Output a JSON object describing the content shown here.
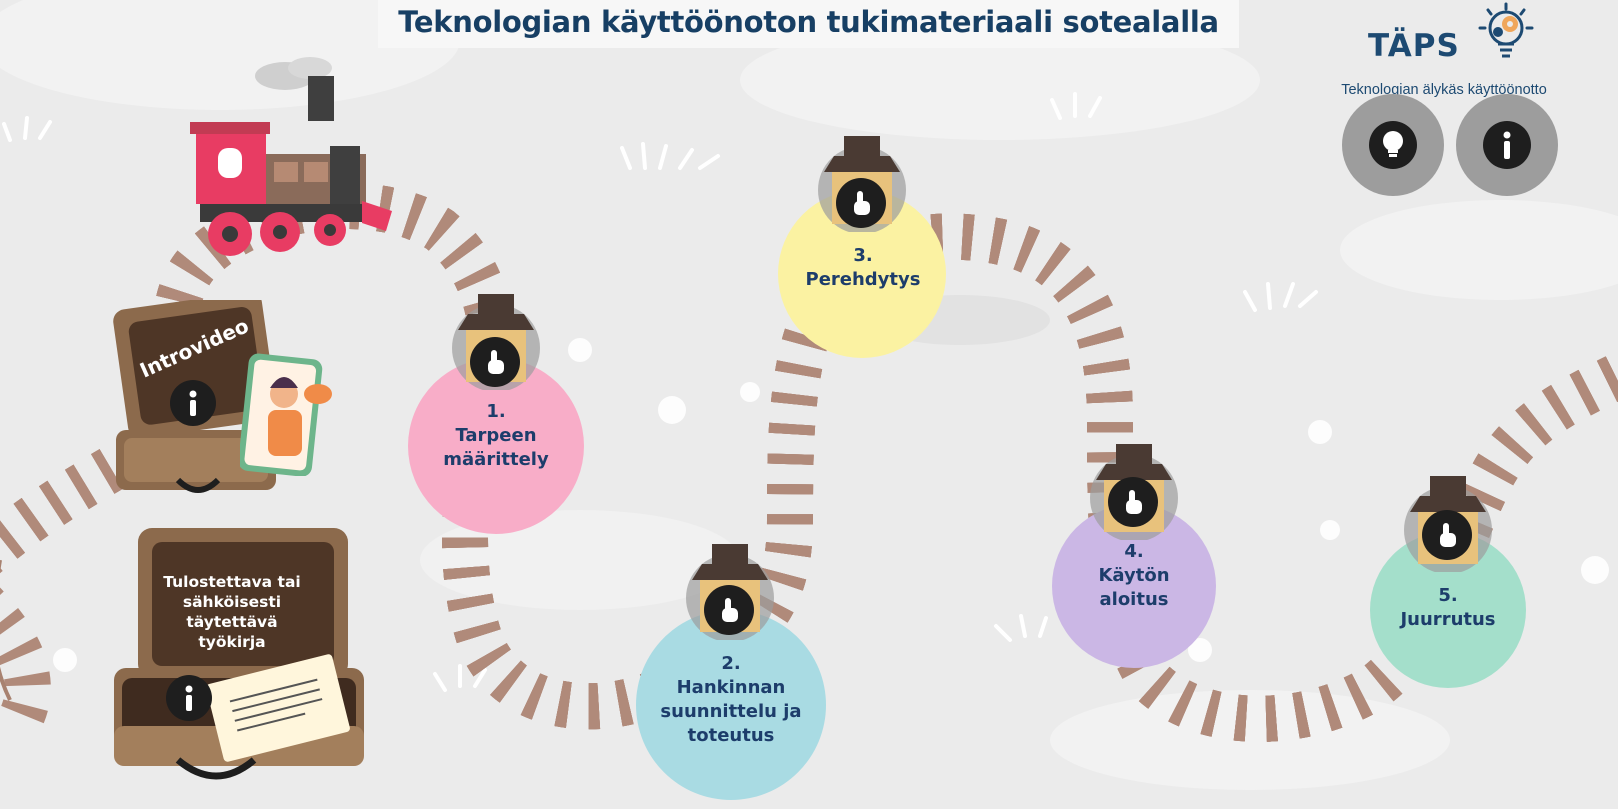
{
  "header": {
    "title": "Teknologian käyttöönoton tukimateriaali sotealalla"
  },
  "logo": {
    "name": "TÄPS",
    "tagline": "Teknologian älykäs käyttöönotto"
  },
  "top_buttons": [
    {
      "icon": "lightbulb-icon"
    },
    {
      "icon": "info-icon"
    }
  ],
  "materials": {
    "introvideo": {
      "label": "Introvideo",
      "icon": "info-icon"
    },
    "workbook": {
      "label_lines": [
        "Tulostettava tai",
        "sähköisesti täytettävä",
        "työkirja"
      ],
      "icon": "info-icon"
    }
  },
  "stages": [
    {
      "number": "1.",
      "lines": [
        "Tarpeen",
        "määrittely"
      ],
      "color": "#f8adc8"
    },
    {
      "number": "2.",
      "lines": [
        "Hankinnan",
        "suunnittelu ja",
        "toteutus"
      ],
      "color": "#a9dbe3"
    },
    {
      "number": "3.",
      "lines": [
        "Perehdytys"
      ],
      "color": "#fbf2a2"
    },
    {
      "number": "4.",
      "lines": [
        "Käytön",
        "aloitus"
      ],
      "color": "#cbb7e5"
    },
    {
      "number": "5.",
      "lines": [
        "Juurrutus"
      ],
      "color": "#a4dfcb"
    }
  ],
  "colors": {
    "title": "#173f64",
    "stage_text": "#1d3d6b",
    "rail": "#b08a7a",
    "background": "#ebebeb"
  }
}
